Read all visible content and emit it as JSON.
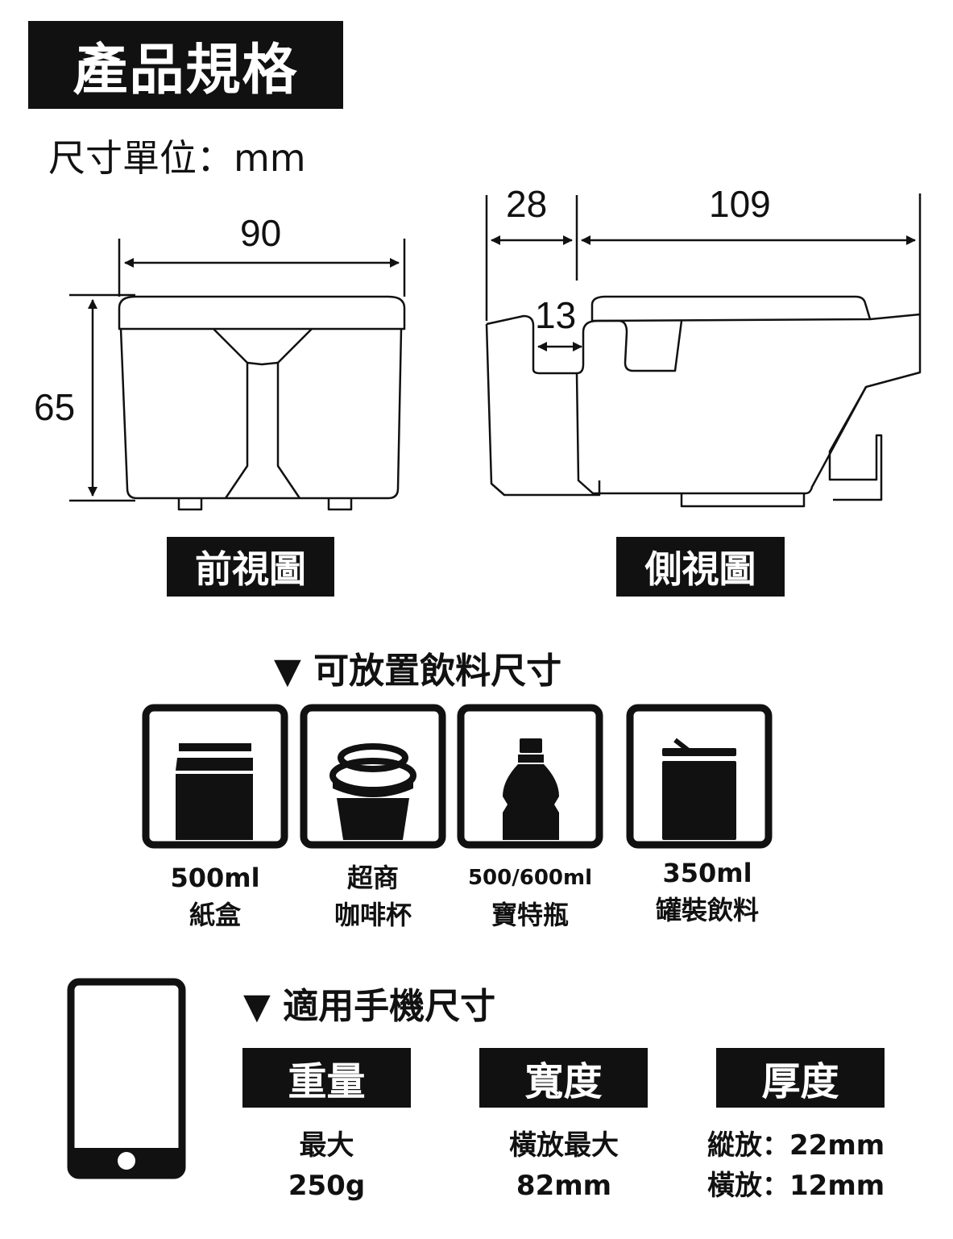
{
  "header": {
    "title": "產品規格",
    "unit_label": "尺寸單位：mm"
  },
  "front_view": {
    "width": "90",
    "height": "65",
    "label": "前視圖"
  },
  "side_view": {
    "dim_a": "28",
    "dim_b": "109",
    "dim_c": "13",
    "label": "側視圖"
  },
  "drinks": {
    "heading": "▼ 可放置飲料尺寸",
    "items": [
      {
        "icon": "carton-icon",
        "line1": "500ml",
        "line2": "紙盒"
      },
      {
        "icon": "coffee-cup-icon",
        "line1": "超商",
        "line2": "咖啡杯"
      },
      {
        "icon": "bottle-icon",
        "line1": "500/600ml",
        "line2": "寶特瓶"
      },
      {
        "icon": "can-icon",
        "line1": "350ml",
        "line2": "罐裝飲料"
      }
    ]
  },
  "phone": {
    "heading": "▼ 適用手機尺寸",
    "icon": "phone-icon",
    "specs": [
      {
        "label": "重量",
        "line1": "最大",
        "line2": "250g"
      },
      {
        "label": "寬度",
        "line1": "橫放最大",
        "line2": "82mm"
      },
      {
        "label": "厚度",
        "line1": "縱放：22mm",
        "line2": "橫放：12mm"
      }
    ]
  }
}
